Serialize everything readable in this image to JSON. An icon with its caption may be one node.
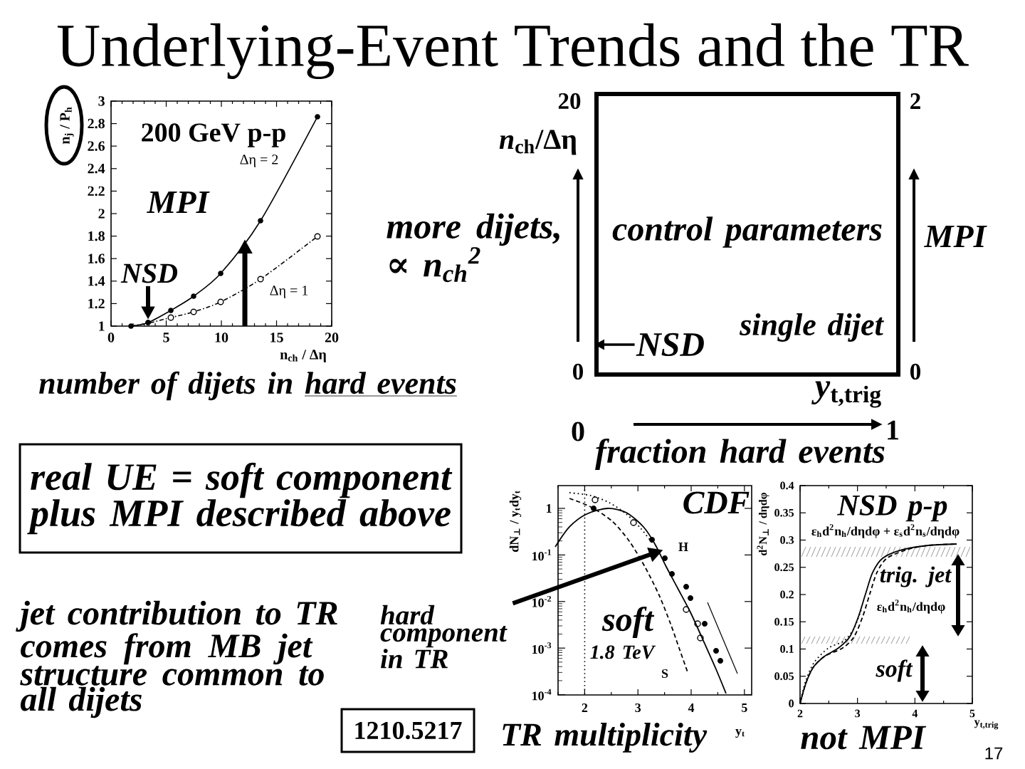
{
  "diagram": {
    "title": "Underlying-Event Trends and the TR",
    "nodes": [
      {
        "text": [
          "control parameters",
          "single dijet"
        ]
      },
      {
        "text": [
          "NSD"
        ],
        "in": 0
      },
      {
        "text": [
          "NSD"
        ]
      },
      {
        "text": [
          "real UE = soft component plus MPI described above"
        ]
      },
      {
        "text": [
          "hard component in TR"
        ]
      },
      {
        "text": [
          "1210.5217"
        ]
      },
      {
        "text": [],
        "shape": "circle"
      },
      {
        "text": [],
        "shape": "curve"
      }
    ],
    "edges": [
      {
        "from": 2,
        "to": 6,
        "arrow": "to"
      },
      {
        "from": 1,
        "to": 0,
        "arrow": "to"
      },
      {
        "from": 4,
        "to": 7,
        "arrow": "to"
      }
    ],
    "labels": [
      "n$_{j}$ / P$_{h}$",
      "3",
      "2.8",
      "2.6",
      "2.4",
      "2.2",
      "2",
      "1.8",
      "1.6",
      "1.4",
      "1.2",
      "1",
      "0",
      "5",
      "10",
      "15",
      "20",
      "n$_{ch}$ / Δη",
      "200 GeV p-p",
      "MPI",
      "Δη = 2",
      "Δη = 1",
      "number of dijets in hard events",
      "20",
      "2",
      "*n*$_{ch}$/Δη",
      "more dijets, ∝ n$_{ch}$$^{2}$",
      "MPI",
      "0",
      "0",
      "*y*$_{t,trig}$",
      "0",
      "1",
      "fraction hard events",
      "jet contribution to TR comes from MB jet structure common to all dijets",
      "dN$_{⊥}$ / y$_{t}$dy$_{t}$",
      "1",
      "10$^{-1}$",
      "10$^{-2}$",
      "10$^{-3}$",
      "10$^{-4}$",
      "2",
      "3",
      "4",
      "5",
      "y$_{t}$",
      "CDF",
      "H",
      "soft",
      "1.8 TeV",
      "S",
      "TR multiplicity",
      "d$^{2}$N$_{⊥}$ / dηdφ",
      "0.4",
      "0.35",
      "0.3",
      "0.25",
      "0.2",
      "0.15",
      "0.1",
      "0.05",
      "0",
      "2",
      "3",
      "4",
      "5",
      "y$_{t,trig}$",
      "NSD p-p",
      "ε$_{h}$d$^{2}$n$_{h}$/dηdφ + ε$_{s}$d$^{2}$n$_{s}$/dηdφ",
      "trig. jet",
      "ε$_{h}$d$^{2}$n$_{h}$/dηdφ",
      "soft",
      "not MPI",
      "17"
    ]
  }
}
